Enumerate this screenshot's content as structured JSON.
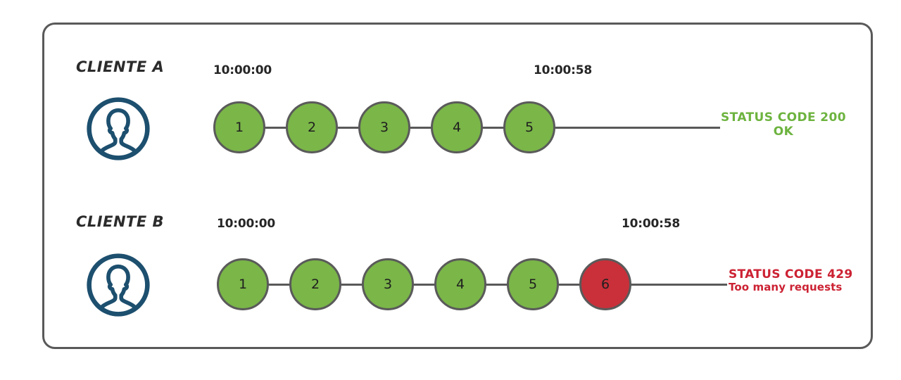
{
  "diagram": {
    "title_present": false,
    "colors": {
      "panel_border": "#595959",
      "node_ok": "#7AB648",
      "node_fail": "#C9303A",
      "node_border": "#5A5A5A",
      "avatar": "#1D4F6E",
      "status_ok": "#6DB33F",
      "status_fail": "#CC2233",
      "line": "#595959",
      "background": "#FFFFFF"
    },
    "rows": [
      {
        "client_label": "CLIENTE A",
        "avatar_icon": "user-avatar-icon",
        "start_time": "10:00:00",
        "end_time": "10:00:58",
        "nodes": [
          {
            "label": "1",
            "state": "ok"
          },
          {
            "label": "2",
            "state": "ok"
          },
          {
            "label": "3",
            "state": "ok"
          },
          {
            "label": "4",
            "state": "ok"
          },
          {
            "label": "5",
            "state": "ok"
          }
        ],
        "status": {
          "line1": "STATUS CODE 200",
          "line2": "OK",
          "state": "ok"
        }
      },
      {
        "client_label": "CLIENTE B",
        "avatar_icon": "user-avatar-icon",
        "start_time": "10:00:00",
        "end_time": "10:00:58",
        "nodes": [
          {
            "label": "1",
            "state": "ok"
          },
          {
            "label": "2",
            "state": "ok"
          },
          {
            "label": "3",
            "state": "ok"
          },
          {
            "label": "4",
            "state": "ok"
          },
          {
            "label": "5",
            "state": "ok"
          },
          {
            "label": "6",
            "state": "fail"
          }
        ],
        "status": {
          "line1": "STATUS CODE 429",
          "line2": "Too many requests",
          "state": "fail"
        }
      }
    ]
  }
}
